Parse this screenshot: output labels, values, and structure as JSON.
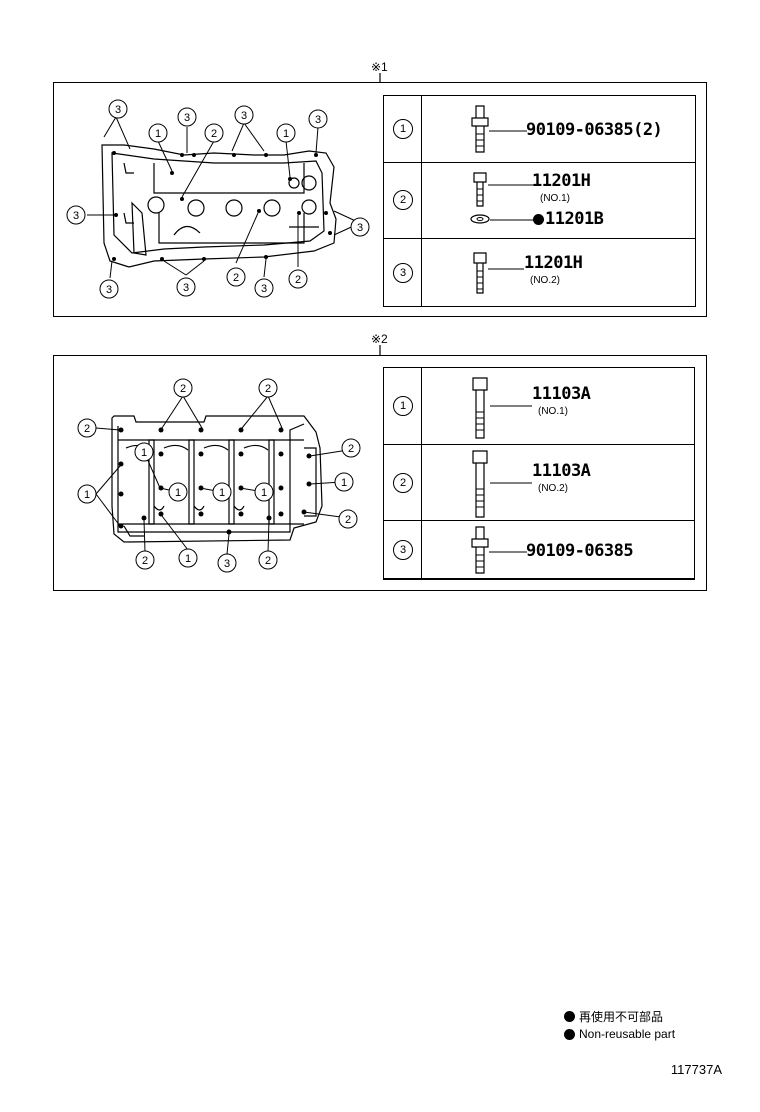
{
  "panel1": {
    "ref_mark": "※1",
    "callouts": [
      "1",
      "2",
      "3"
    ],
    "legend": [
      {
        "num": "1",
        "part_number": "90109-06385(2)",
        "sub": ""
      },
      {
        "num": "2",
        "part_number": "11201H",
        "sub": "(NO.1)",
        "extra_part_number": "11201B",
        "extra_non_reusable": true
      },
      {
        "num": "3",
        "part_number": "11201H",
        "sub": "(NO.2)"
      }
    ]
  },
  "panel2": {
    "ref_mark": "※2",
    "legend": [
      {
        "num": "1",
        "part_number": "11103A",
        "sub": "(NO.1)"
      },
      {
        "num": "2",
        "part_number": "11103A",
        "sub": "(NO.2)"
      },
      {
        "num": "3",
        "part_number": "90109-06385",
        "sub": ""
      }
    ]
  },
  "footer": {
    "non_reusable_jp": "再使用不可部品",
    "non_reusable_en": "Non-reusable part",
    "doc_number": "117737A"
  }
}
